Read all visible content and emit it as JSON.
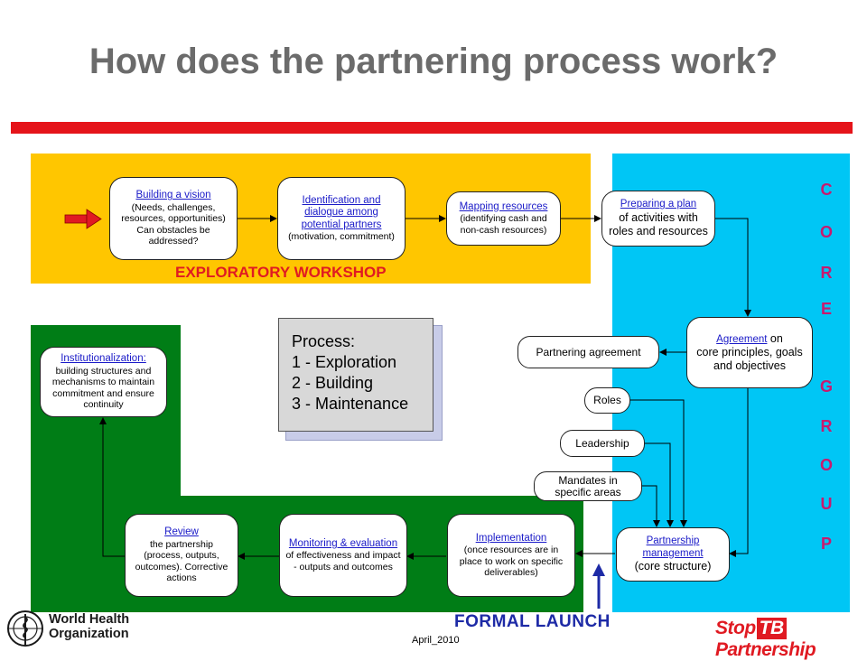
{
  "title": "How does the partnering process work?",
  "labels": {
    "exploratory_workshop": "EXPLORATORY WORKSHOP",
    "formal_launch": "FORMAL LAUNCH",
    "core_group": [
      "C",
      "O",
      "R",
      "E",
      "G",
      "R",
      "O",
      "U",
      "P"
    ]
  },
  "nodes": {
    "building_vision": {
      "head": "Building a vision",
      "body": "(Needs, challenges, resources, opportunities) Can obstacles be addressed?"
    },
    "identification": {
      "head": "Identification and dialogue among potential partners",
      "body": "(motivation, commitment)"
    },
    "mapping": {
      "head": "Mapping resources",
      "body": "(identifying cash and non-cash resources)"
    },
    "preparing": {
      "head": "Preparing a plan",
      "body": "of activities with roles and resources"
    },
    "agreement": {
      "head": "Agreement",
      "head_suffix": " on",
      "body": "core principles, goals and objectives"
    },
    "partnering_agreement": {
      "text": "Partnering agreement"
    },
    "roles": {
      "text": "Roles"
    },
    "leadership": {
      "text": "Leadership"
    },
    "mandates": {
      "text": "Mandates in specific areas"
    },
    "partnership_management": {
      "head": "Partnership management",
      "body": "(core structure)"
    },
    "implementation": {
      "head": "Implementation",
      "body": "(once resources are in place to work on specific deliverables)"
    },
    "monitoring": {
      "head": "Monitoring & evaluation",
      "body": "of effectiveness and impact - outputs and outcomes"
    },
    "review": {
      "head": "Review",
      "body": "the partnership (process, outputs, outcomes). Corrective actions"
    },
    "institutionalization": {
      "head": "Institutionalization:",
      "body": "building structures and mechanisms to maintain commitment and ensure continuity"
    }
  },
  "process_box": {
    "heading": "Process:",
    "steps": [
      "1 - Exploration",
      "2 - Building",
      "3 - Maintenance"
    ]
  },
  "footer": {
    "date": "April_2010",
    "who_logo_text": "World Health Organization",
    "who_line1": "World Health",
    "who_line2": "Organization",
    "stoptb_pre": "Stop",
    "stoptb_tb": "TB",
    "stoptb_post": "Partnership"
  },
  "colors": {
    "title": "#6b6b6b",
    "red_bar": "#e5141a",
    "exploration_area": "#ffc600",
    "core_area": "#00c6f5",
    "maintenance_area": "#007d16",
    "core_letters": "#c81a6e",
    "exploratory_label": "#e01a22",
    "formal_launch": "#1d2aa6",
    "links": "#1a1ac8"
  },
  "icons": [
    "red-start-arrow-icon",
    "blue-up-arrow-icon",
    "who-emblem-icon"
  ]
}
